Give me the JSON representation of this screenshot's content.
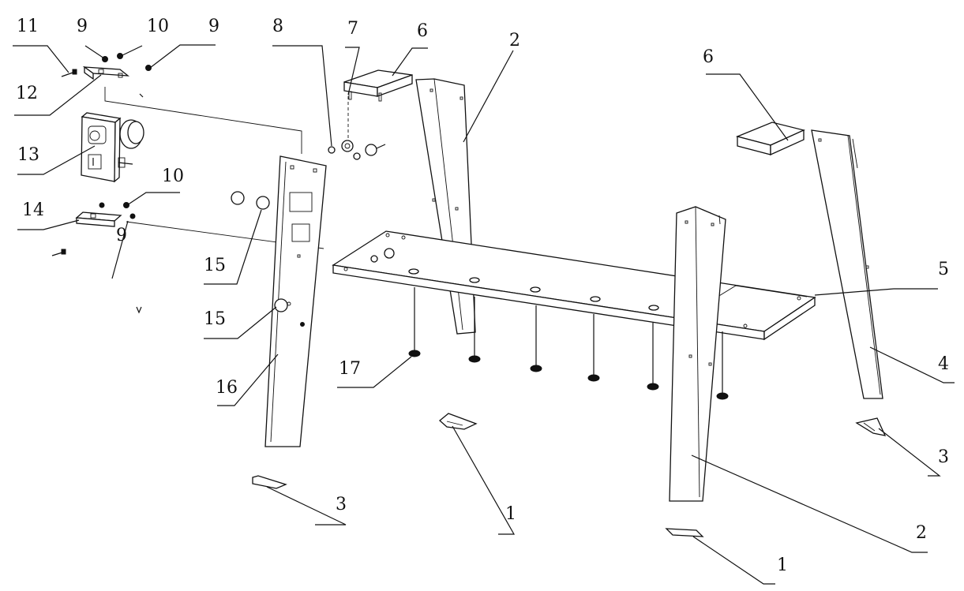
{
  "callouts": [
    {
      "id": "c11a",
      "number": "11"
    },
    {
      "id": "c9a",
      "number": "9"
    },
    {
      "id": "c10a",
      "number": "10"
    },
    {
      "id": "c9b",
      "number": "9"
    },
    {
      "id": "c12",
      "number": "12"
    },
    {
      "id": "c13",
      "number": "13"
    },
    {
      "id": "c10b",
      "number": "10"
    },
    {
      "id": "c14",
      "number": "14"
    },
    {
      "id": "c9c",
      "number": "9"
    },
    {
      "id": "c8",
      "number": "8"
    },
    {
      "id": "c7",
      "number": "7"
    },
    {
      "id": "c6a",
      "number": "6"
    },
    {
      "id": "c2a",
      "number": "2"
    },
    {
      "id": "c6b",
      "number": "6"
    },
    {
      "id": "c15a",
      "number": "15"
    },
    {
      "id": "c15b",
      "number": "15"
    },
    {
      "id": "c16",
      "number": "16"
    },
    {
      "id": "c17",
      "number": "17"
    },
    {
      "id": "c5",
      "number": "5"
    },
    {
      "id": "c4",
      "number": "4"
    },
    {
      "id": "c3a",
      "number": "3"
    },
    {
      "id": "c3b",
      "number": "3"
    },
    {
      "id": "c1a",
      "number": "1"
    },
    {
      "id": "c2b",
      "number": "2"
    },
    {
      "id": "c1b",
      "number": "1"
    }
  ]
}
